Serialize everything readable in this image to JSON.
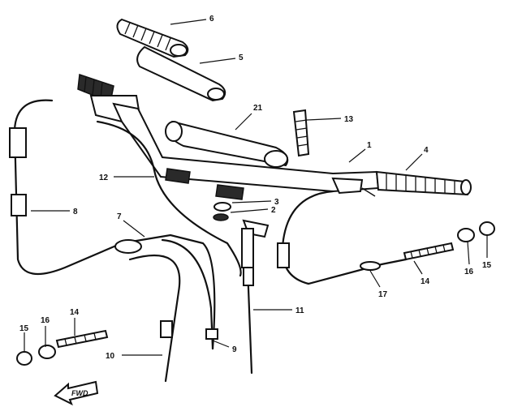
{
  "diagram": {
    "parts": [
      {
        "id": "p1",
        "number": "1"
      },
      {
        "id": "p2",
        "number": "2"
      },
      {
        "id": "p3",
        "number": "3"
      },
      {
        "id": "p4",
        "number": "4"
      },
      {
        "id": "p5",
        "number": "5"
      },
      {
        "id": "p6",
        "number": "6"
      },
      {
        "id": "p7",
        "number": "7"
      },
      {
        "id": "p8",
        "number": "8"
      },
      {
        "id": "p9",
        "number": "9"
      },
      {
        "id": "p10",
        "number": "10"
      },
      {
        "id": "p11",
        "number": "11"
      },
      {
        "id": "p12",
        "number": "12"
      },
      {
        "id": "p13",
        "number": "13"
      },
      {
        "id": "p14a",
        "number": "14"
      },
      {
        "id": "p14b",
        "number": "14"
      },
      {
        "id": "p15a",
        "number": "15"
      },
      {
        "id": "p15b",
        "number": "15"
      },
      {
        "id": "p16a",
        "number": "16"
      },
      {
        "id": "p16b",
        "number": "16"
      },
      {
        "id": "p17",
        "number": "17"
      },
      {
        "id": "p21",
        "number": "21"
      }
    ],
    "direction_label": "FWD"
  }
}
